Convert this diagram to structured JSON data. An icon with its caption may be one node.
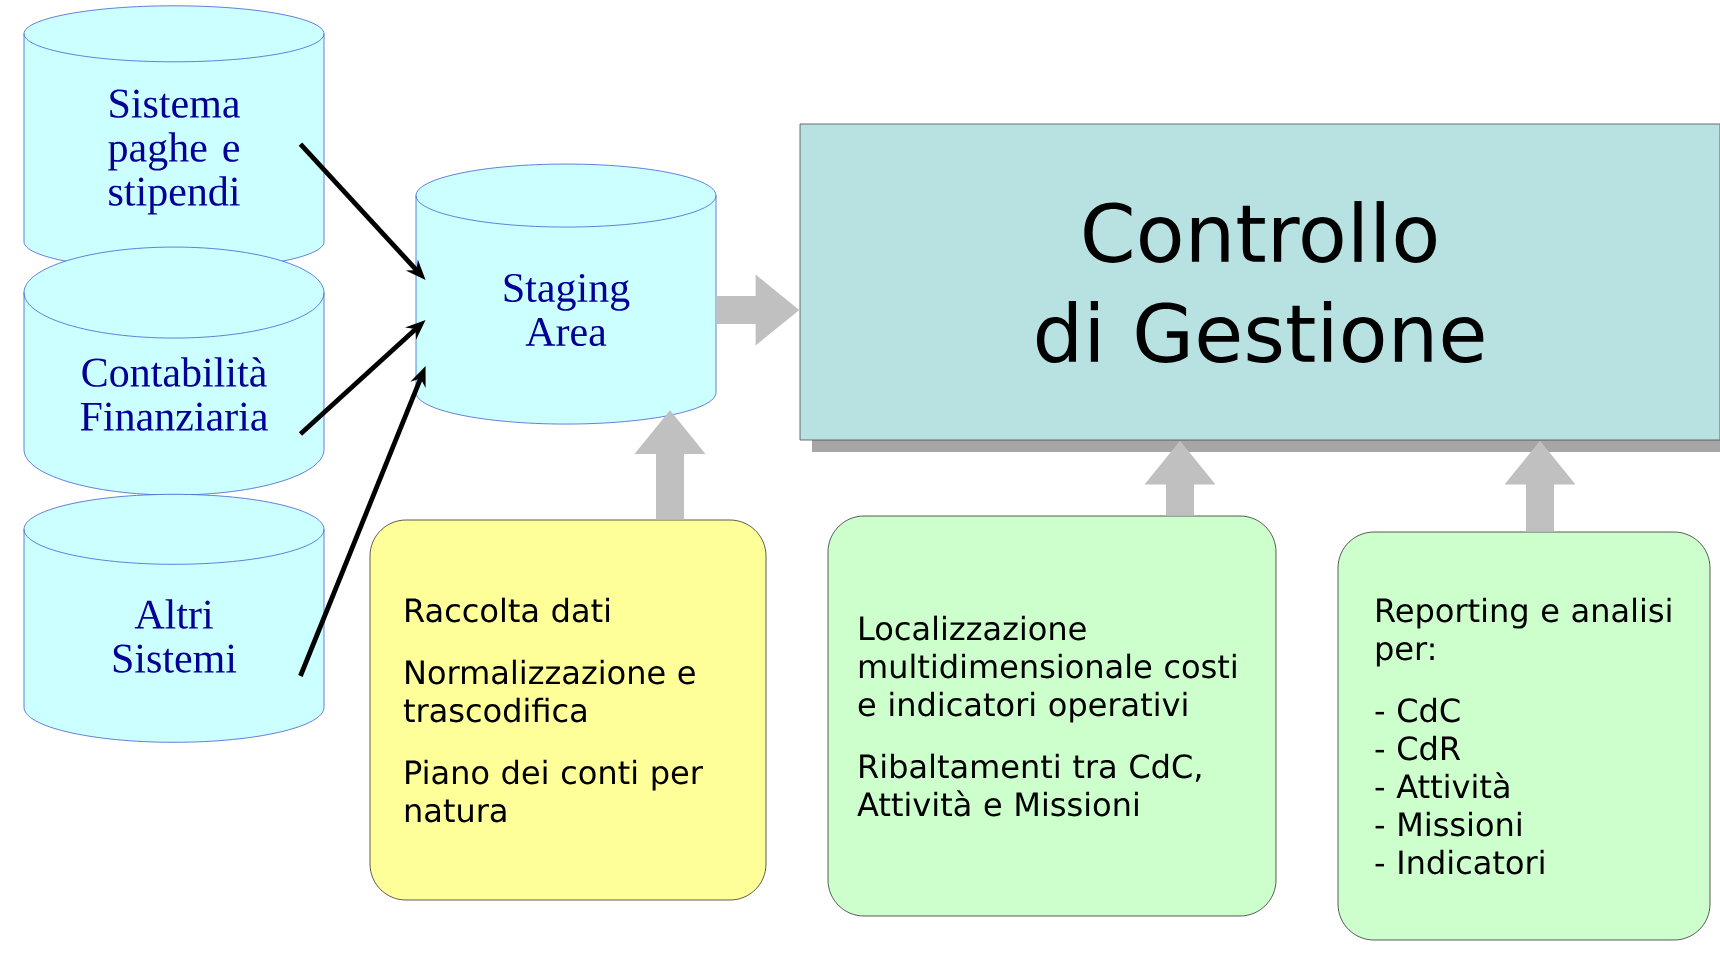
{
  "diagram": {
    "nodes": [
      {
        "text": [
          "Sistema paghe e stipendi"
        ]
      },
      {
        "text": [
          "Contabilità Finanziaria"
        ]
      },
      {
        "text": [
          "Altri Sistemi"
        ]
      },
      {
        "text": [
          "Staging Area"
        ]
      },
      {
        "text": [
          "Controllo di Gestione"
        ]
      },
      {
        "text": [
          "Raccolta dati",
          "Normalizzazione e trascodifica",
          "Piano dei conti per natura"
        ]
      },
      {
        "text": [
          "Localizzazione multidimensionale costi e indicatori operativi",
          "Ribaltamenti tra CdC, Attività e Missioni"
        ]
      },
      {
        "text": [
          "Reporting e analisi per:",
          "- CdC",
          "- CdR",
          "- Attività",
          "- Missioni",
          "- Indicatori"
        ]
      }
    ],
    "edges": [
      {
        "from": 0,
        "to": 3,
        "arrow": "to",
        "color": "#000000"
      },
      {
        "from": 1,
        "to": 3,
        "arrow": "to",
        "color": "#000000"
      },
      {
        "from": 2,
        "to": 3,
        "arrow": "to",
        "color": "#000000"
      },
      {
        "from": 3,
        "to": 4,
        "arrow": "to"
      },
      {
        "from": 5,
        "to": 3,
        "arrow": "to"
      },
      {
        "from": 6,
        "to": 4,
        "arrow": "to"
      },
      {
        "from": 7,
        "to": 4,
        "arrow": "to"
      }
    ]
  }
}
